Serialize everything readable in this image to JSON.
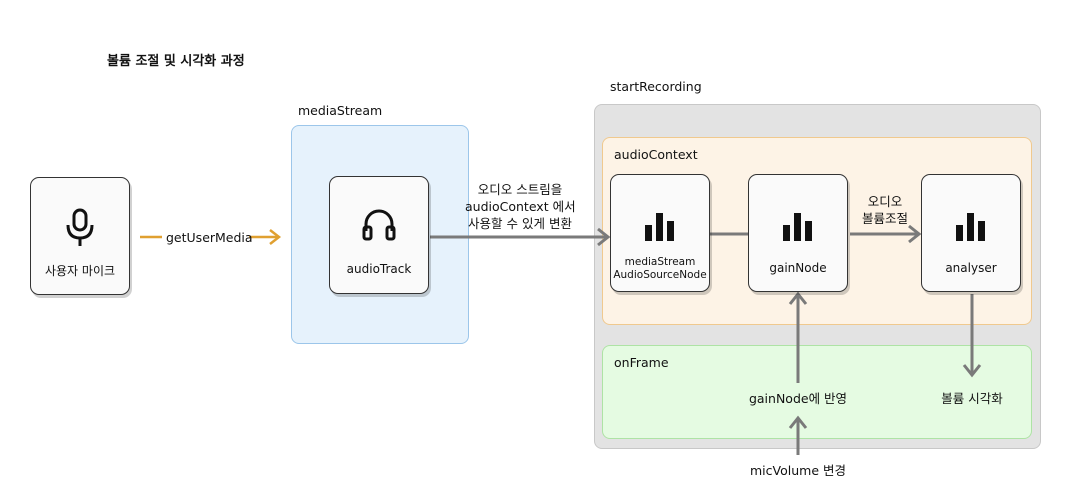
{
  "title": "볼륨 조절 및 시각화 과정",
  "groups": {
    "media_stream": "mediaStream",
    "start_recording": "startRecording",
    "audio_context": "audioContext",
    "on_frame": "onFrame"
  },
  "nodes": {
    "mic": {
      "label": "사용자 마이크",
      "icon": "microphone-icon"
    },
    "audio_track": {
      "label": "audioTrack",
      "icon": "headphones-icon"
    },
    "source": {
      "line1": "mediaStream",
      "line2": "AudioSourceNode",
      "icon": "bar-chart-icon"
    },
    "gain": {
      "label": "gainNode",
      "icon": "bar-chart-icon"
    },
    "analyser": {
      "label": "analyser",
      "icon": "bar-chart-icon"
    }
  },
  "edges": {
    "get_user_media": "getUserMedia",
    "stream_to_context": {
      "line1": "오디오 스트림을",
      "line2": "audioContext 에서",
      "line3": "사용할 수 있게 변환"
    },
    "volume_adjust": {
      "line1": "오디오",
      "line2": "볼륨조절"
    }
  },
  "on_frame_items": {
    "apply_gain": "gainNode에 반영",
    "visualize": "볼륨 시각화"
  },
  "input": {
    "mic_volume": "micVolume 변경"
  },
  "colors": {
    "orange_arrow": "#e0a030",
    "gray_arrow": "#7a7a7a"
  }
}
